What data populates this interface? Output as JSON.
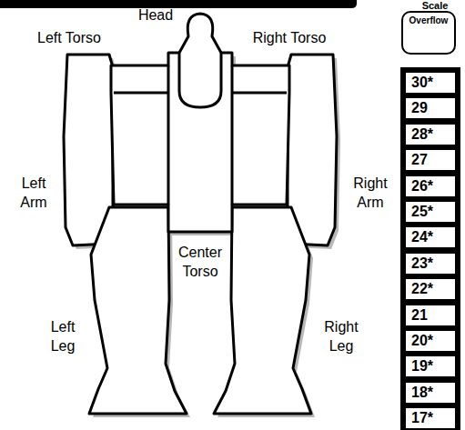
{
  "diagram": {
    "nodes": [
      {
        "text": [
          "Overflow"
        ]
      },
      {
        "text": [
          "30*"
        ]
      },
      {
        "text": [
          "29"
        ]
      },
      {
        "text": [
          "28*"
        ]
      },
      {
        "text": [
          "27"
        ]
      },
      {
        "text": [
          "26*"
        ]
      },
      {
        "text": [
          "25*"
        ]
      },
      {
        "text": [
          "24*"
        ]
      },
      {
        "text": [
          "23*"
        ]
      },
      {
        "text": [
          "22*"
        ]
      },
      {
        "text": [
          "21"
        ]
      },
      {
        "text": [
          "20*"
        ]
      },
      {
        "text": [
          "19*"
        ]
      },
      {
        "text": [
          "18*"
        ]
      },
      {
        "text": [
          "17*"
        ]
      }
    ],
    "labels": [
      "Scale",
      "Head",
      "Left Torso",
      "Right Torso",
      "Left Arm",
      "Right Arm",
      "Center Torso",
      "Left Leg",
      "Right Leg"
    ]
  }
}
